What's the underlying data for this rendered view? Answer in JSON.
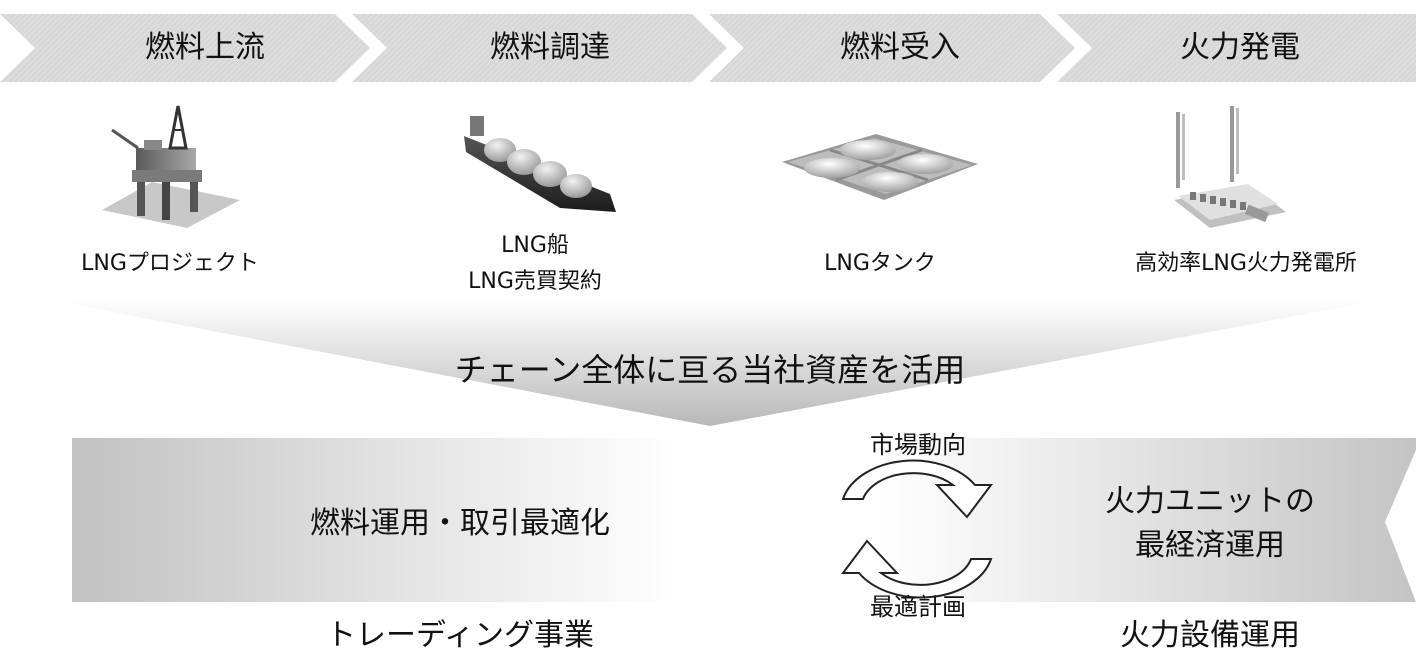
{
  "stages": [
    {
      "label": "燃料上流",
      "caption_lines": [
        "LNGプロジェクト"
      ],
      "icon": "oil-rig-icon"
    },
    {
      "label": "燃料調達",
      "caption_lines": [
        "LNG船",
        "LNG売買契約"
      ],
      "icon": "lng-ship-icon"
    },
    {
      "label": "燃料受入",
      "caption_lines": [
        "LNGタンク"
      ],
      "icon": "lng-tank-icon"
    },
    {
      "label": "火力発電",
      "caption_lines": [
        "高効率LNG火力発電所"
      ],
      "icon": "power-plant-icon"
    }
  ],
  "funnel_text": "チェーン全体に亘る当社資産を活用",
  "left_block": {
    "main": "燃料運用・取引最適化",
    "bottom": "トレーディング事業"
  },
  "right_block": {
    "main_lines": [
      "火力ユニットの",
      "最経済運用"
    ],
    "bottom": "火力設備運用"
  },
  "cycle": {
    "top": "市場動向",
    "bottom": "最適計画",
    "icon": "cycle-arrows-icon"
  },
  "colors": {
    "chevron": "#d9d9d9",
    "band_dark": "#c4c4c4",
    "band_light": "#ffffff",
    "text": "#111111"
  }
}
